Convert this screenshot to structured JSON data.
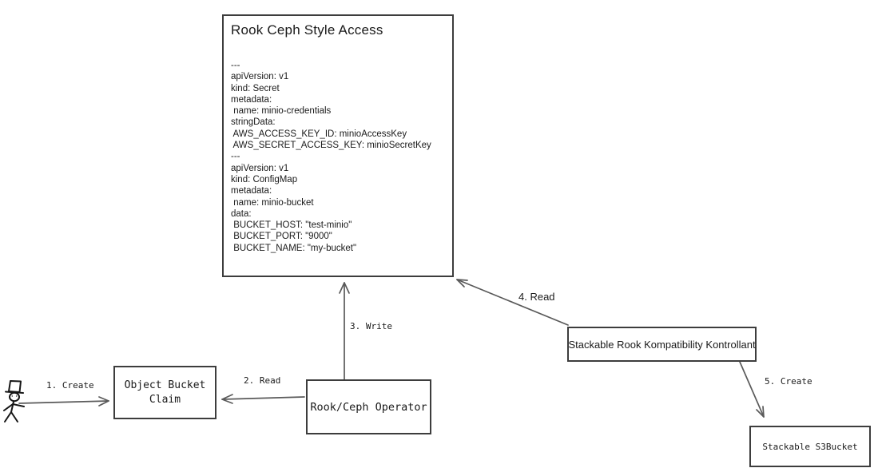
{
  "diagram": {
    "background": "#ffffff",
    "colors": {
      "box_border": "#3d3d3d",
      "arrow": "#5a5a5a",
      "text": "#1a1a1a"
    }
  },
  "nodes": {
    "rook_ceph": {
      "title": "Rook Ceph Style Access",
      "yaml": "---\napiVersion: v1\nkind: Secret\nmetadata:\n name: minio-credentials\nstringData:\n AWS_ACCESS_KEY_ID: minioAccessKey\n AWS_SECRET_ACCESS_KEY: minioSecretKey\n---\napiVersion: v1\nkind: ConfigMap\nmetadata:\n name: minio-bucket\ndata:\n BUCKET_HOST: \"test-minio\"\n BUCKET_PORT: \"9000\"\n BUCKET_NAME: \"my-bucket\""
    },
    "object_bucket_claim": {
      "label": "Object Bucket\nClaim"
    },
    "rook_ceph_operator": {
      "label": "Rook/Ceph Operator"
    },
    "stackable_kontrollant": {
      "label": "Stackable Rook Kompatibility Kontrollant"
    },
    "stackable_s3bucket": {
      "label": "Stackable S3Bucket"
    }
  },
  "edges": {
    "create_obc": {
      "label": "1. Create"
    },
    "read_obc": {
      "label": "2. Read"
    },
    "write_resources": {
      "label": "3. Write"
    },
    "read_resources": {
      "label": "4. Read"
    },
    "create_s3bucket": {
      "label": "5. Create"
    }
  },
  "icons": {
    "actor": "stick-figure-with-top-hat"
  }
}
